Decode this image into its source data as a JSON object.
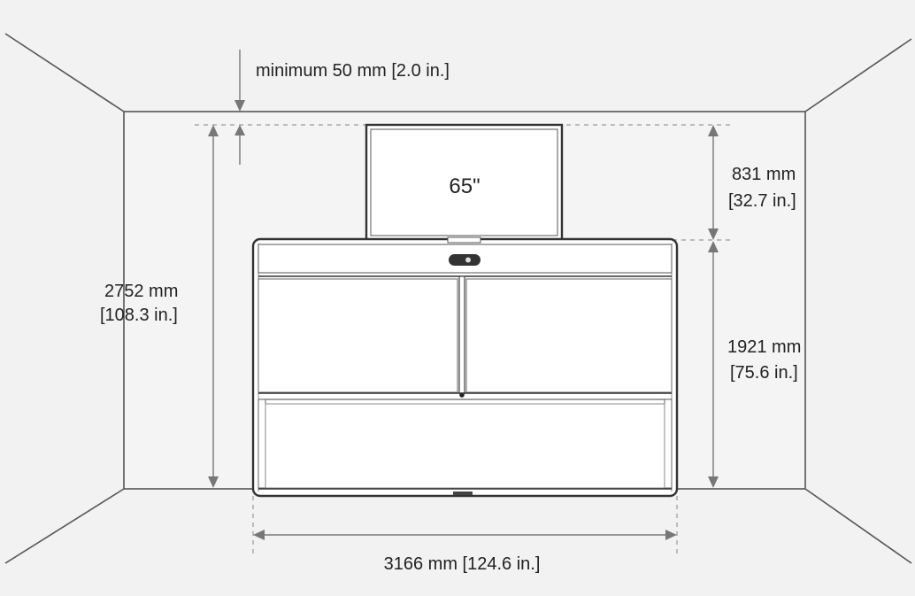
{
  "labels": {
    "minimum_clearance": "minimum 50 mm [2.0 in.]",
    "screen_size": "65\"",
    "height_upper_mm": "831 mm",
    "height_upper_in": "[32.7 in.]",
    "height_lower_mm": "1921 mm",
    "height_lower_in": "[75.6 in.]",
    "height_total_mm": "2752 mm",
    "height_total_in": "[108.3 in.]",
    "width_total": "3166 mm [124.6 in.]"
  },
  "colors": {
    "room_background": "#f2f2f2",
    "device_face": "#ffffff",
    "line": "#333333",
    "dimension_line": "#777777"
  }
}
